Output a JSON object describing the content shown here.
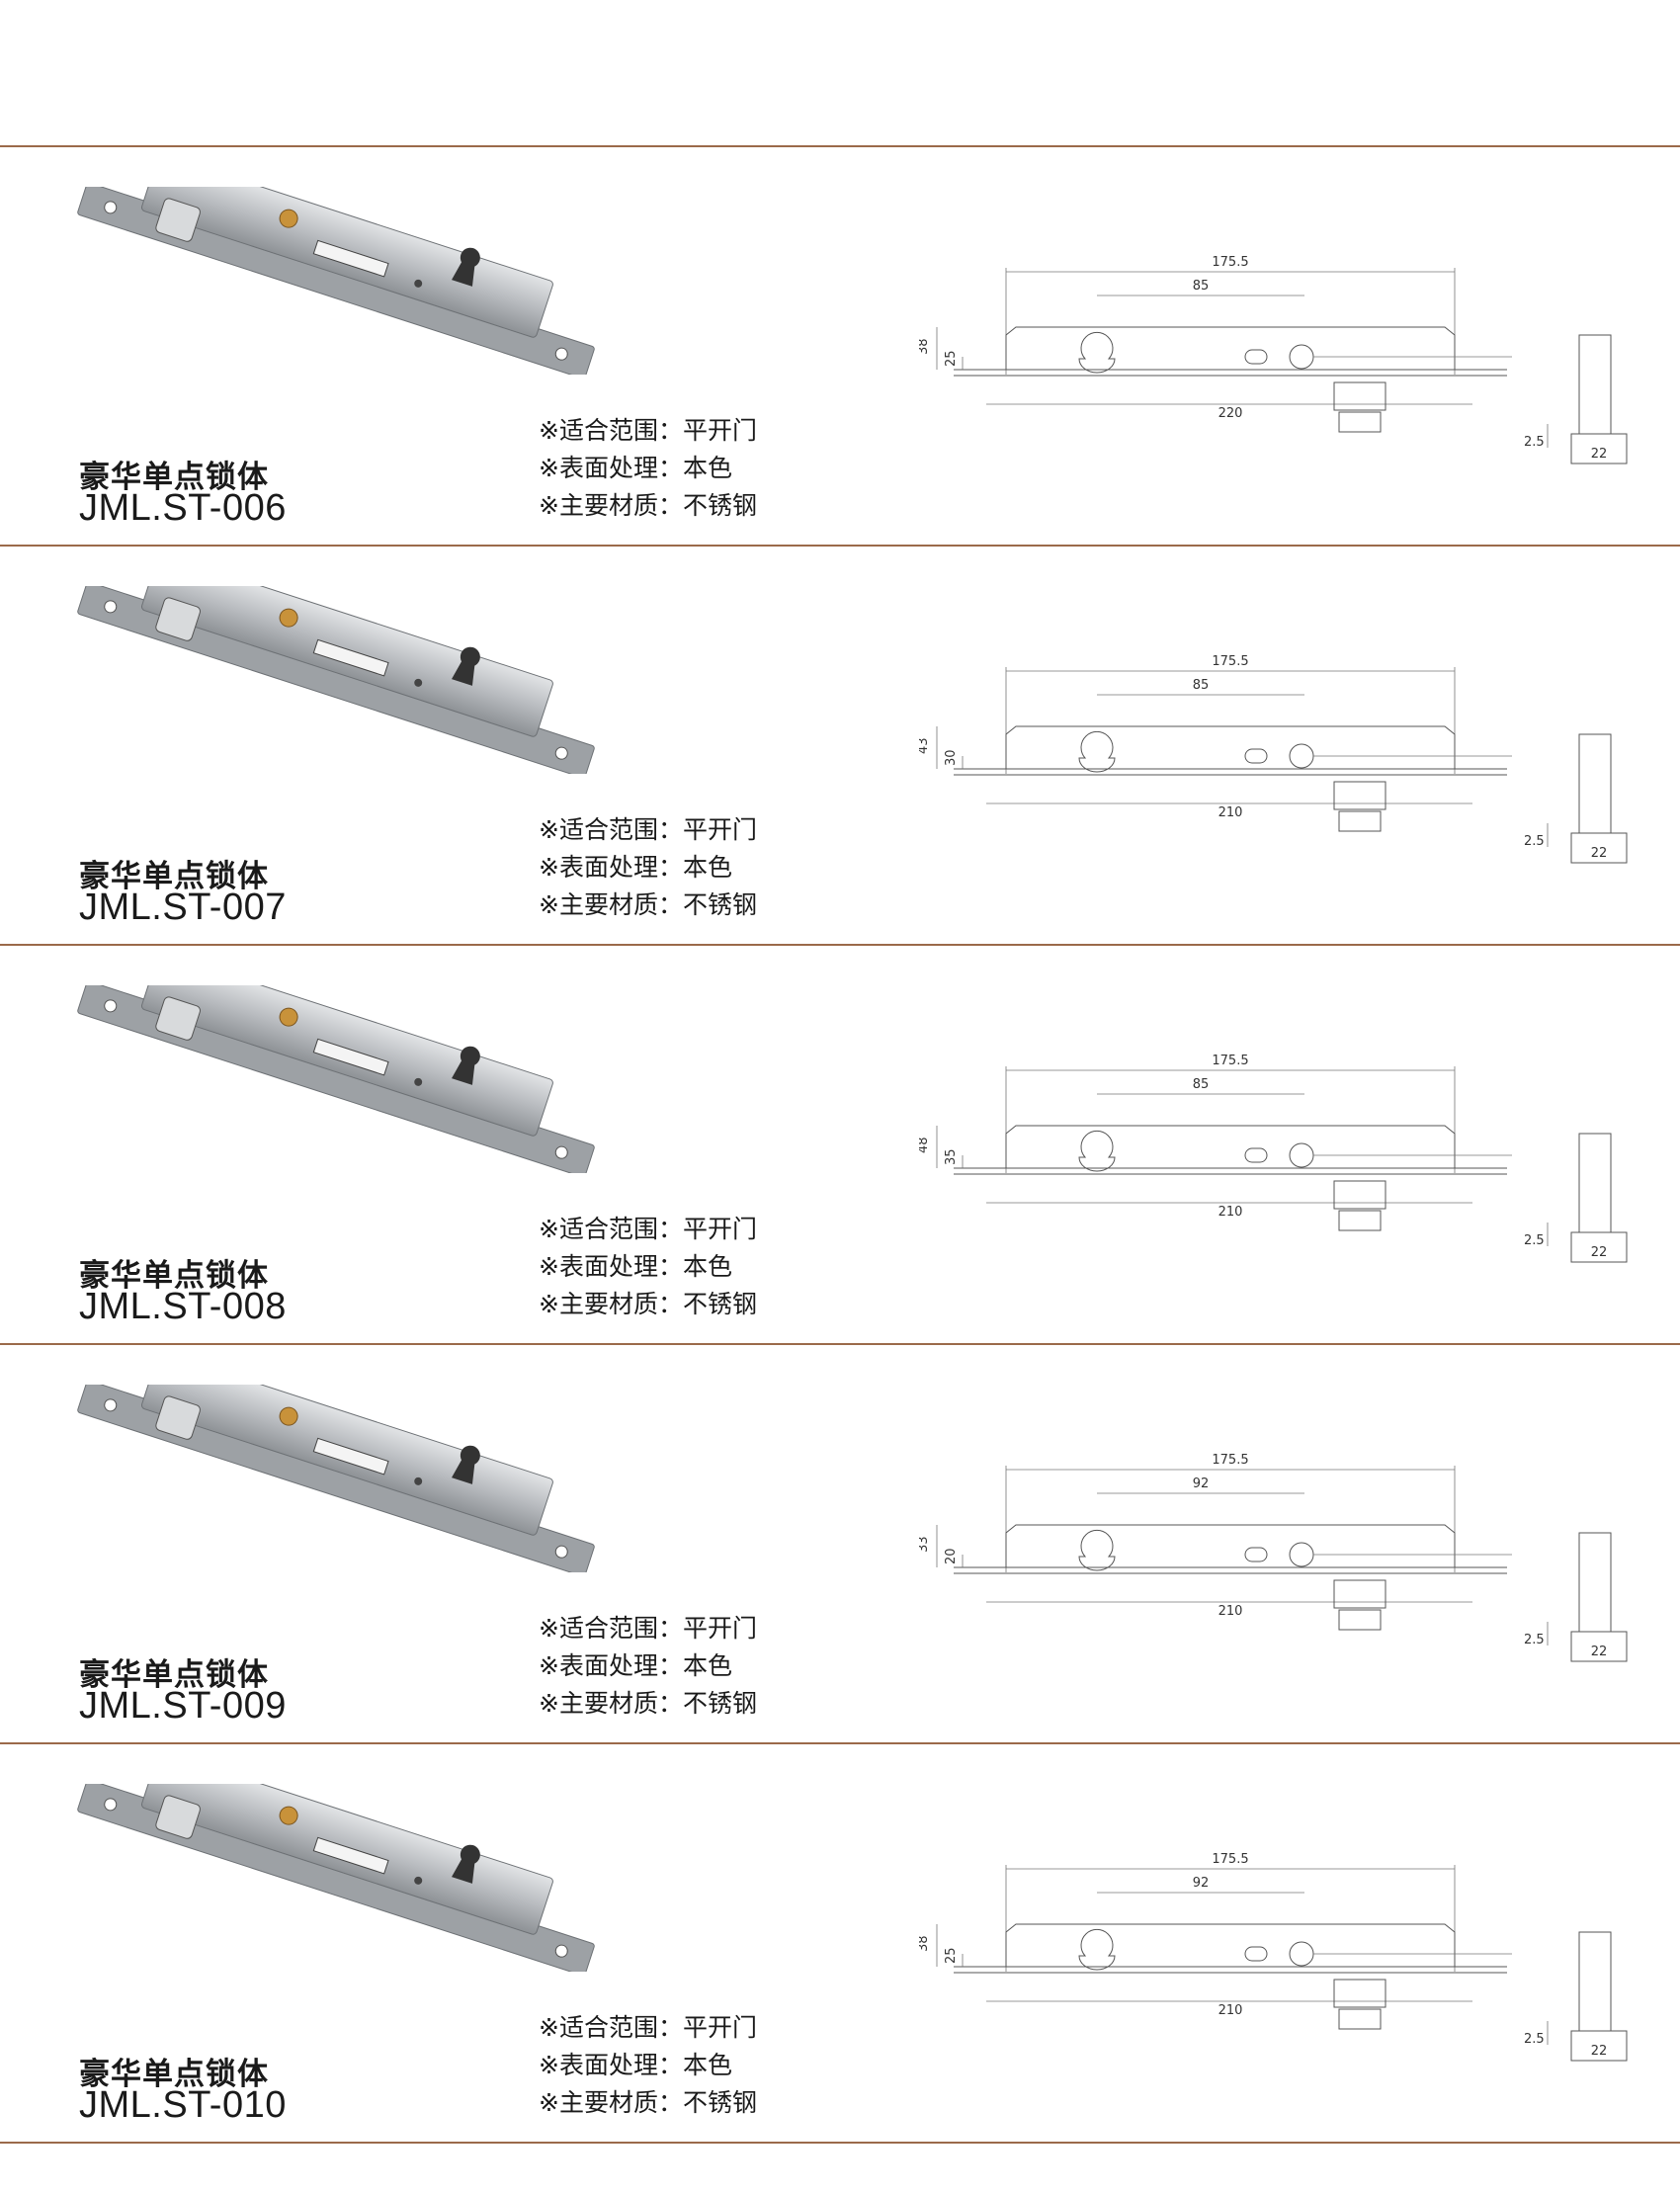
{
  "products": [
    {
      "name": "豪华单点锁体",
      "model": "JML.ST-006",
      "specs": [
        "※适合范围：平开门",
        "※表面处理：本色",
        "※主要材质：不锈钢"
      ],
      "dims": {
        "overall": "175.5",
        "center": "85",
        "faceplate": "220",
        "height": "38",
        "inner": "25",
        "thickness": "2.5",
        "side": "22"
      }
    },
    {
      "name": "豪华单点锁体",
      "model": "JML.ST-007",
      "specs": [
        "※适合范围：平开门",
        "※表面处理：本色",
        "※主要材质：不锈钢"
      ],
      "dims": {
        "overall": "175.5",
        "center": "85",
        "faceplate": "210",
        "height": "43",
        "inner": "30",
        "thickness": "2.5",
        "side": "22"
      }
    },
    {
      "name": "豪华单点锁体",
      "model": "JML.ST-008",
      "specs": [
        "※适合范围：平开门",
        "※表面处理：本色",
        "※主要材质：不锈钢"
      ],
      "dims": {
        "overall": "175.5",
        "center": "85",
        "faceplate": "210",
        "height": "48",
        "inner": "35",
        "thickness": "2.5",
        "side": "22"
      }
    },
    {
      "name": "豪华单点锁体",
      "model": "JML.ST-009",
      "specs": [
        "※适合范围：平开门",
        "※表面处理：本色",
        "※主要材质：不锈钢"
      ],
      "dims": {
        "overall": "175.5",
        "center": "92",
        "faceplate": "210",
        "height": "33",
        "inner": "20",
        "thickness": "2.5",
        "side": "22"
      }
    },
    {
      "name": "豪华单点锁体",
      "model": "JML.ST-010",
      "specs": [
        "※适合范围：平开门",
        "※表面处理：本色",
        "※主要材质：不锈钢"
      ],
      "dims": {
        "overall": "175.5",
        "center": "92",
        "faceplate": "210",
        "height": "38",
        "inner": "25",
        "thickness": "2.5",
        "side": "22"
      }
    }
  ],
  "colors": {
    "divider": "#9b6a4a",
    "steel": "#b9bcc0",
    "brass": "#c8923a"
  }
}
